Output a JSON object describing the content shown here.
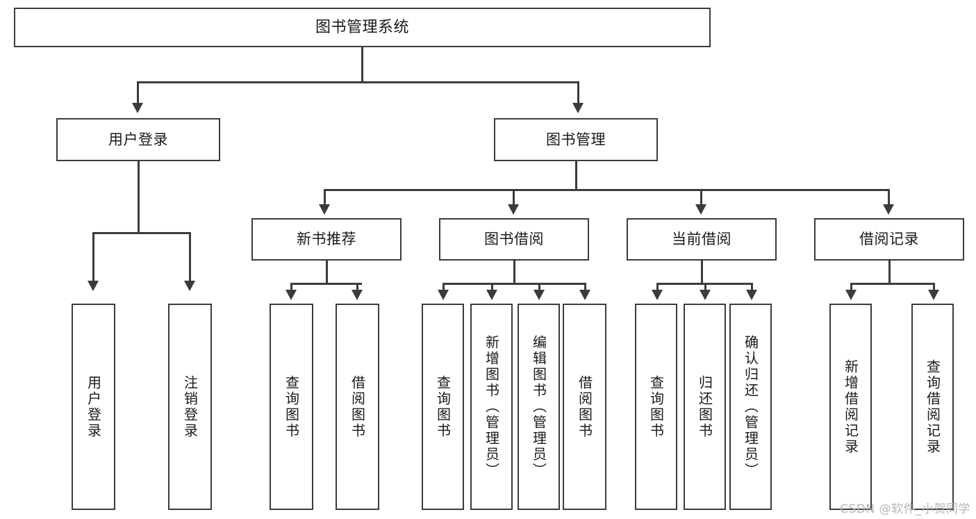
{
  "diagram": {
    "title": "图书管理系统",
    "type": "tree-hierarchy-diagram",
    "colors": {
      "box_border": "#3b3b3b",
      "box_fill": "#ffffff",
      "text": "#1a1a1a",
      "background": "#ffffff",
      "watermark": "#b4b4b4"
    },
    "root": {
      "label": "图书管理系统"
    },
    "level2": [
      {
        "label": "用户登录"
      },
      {
        "label": "图书管理"
      }
    ],
    "level3": [
      {
        "label": "新书推荐"
      },
      {
        "label": "图书借阅"
      },
      {
        "label": "当前借阅"
      },
      {
        "label": "借阅记录"
      }
    ],
    "leaves": {
      "user_login": [
        {
          "label": "用户登录"
        },
        {
          "label": "注销登录"
        }
      ],
      "new_book_recommend": [
        {
          "label": "查询图书"
        },
        {
          "label": "借阅图书"
        }
      ],
      "book_borrow": [
        {
          "label": "查询图书"
        },
        {
          "label": "新增图书（管理员）"
        },
        {
          "label": "编辑图书（管理员）"
        },
        {
          "label": "借阅图书"
        }
      ],
      "current_borrow": [
        {
          "label": "查询图书"
        },
        {
          "label": "归还图书"
        },
        {
          "label": "确认归还（管理员）"
        }
      ],
      "borrow_record": [
        {
          "label": "新增借阅记录"
        },
        {
          "label": "查询借阅记录"
        }
      ]
    }
  },
  "watermark": {
    "text": "CSDN @软件_小贺同学"
  }
}
